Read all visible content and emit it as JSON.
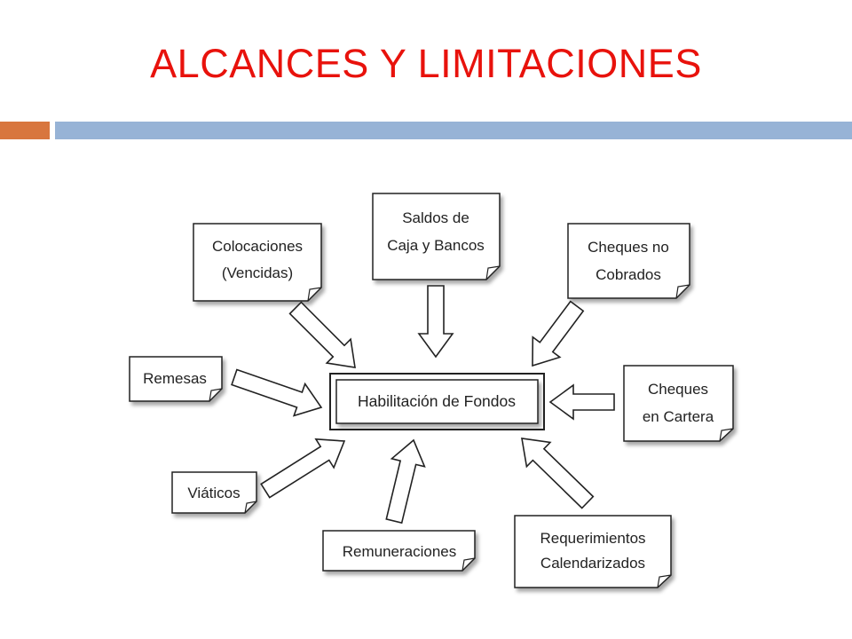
{
  "slide": {
    "title": "ALCANCES Y LIMITACIONES"
  },
  "diagram": {
    "center": "Habilitación de Fondos",
    "notes": {
      "saldos": [
        "Saldos de",
        "Caja y Bancos"
      ],
      "colocaciones": [
        "Colocaciones",
        "(Vencidas)"
      ],
      "cheques_no_cobrados": [
        "Cheques no",
        "Cobrados"
      ],
      "remesas": [
        "Remesas"
      ],
      "cheques_cartera": [
        "Cheques",
        "en Cartera"
      ],
      "viaticos": [
        "Viáticos"
      ],
      "remuneraciones": [
        "Remuneraciones"
      ],
      "requerimientos": [
        "Requerimientos",
        "Calendarizados"
      ]
    }
  }
}
